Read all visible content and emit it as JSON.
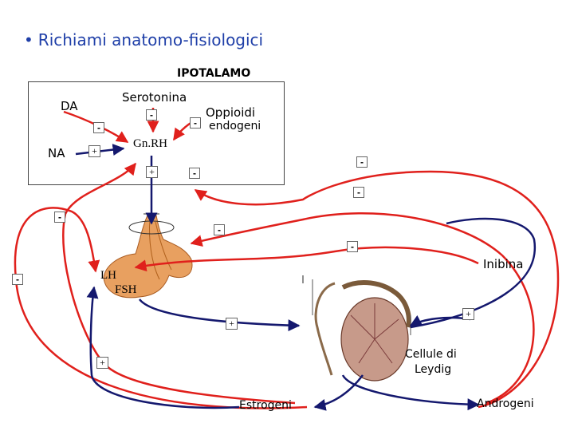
{
  "title": {
    "bullet": "•",
    "text": "Richiami anatomo-fisiologici"
  },
  "labels": {
    "ipotalamo": "IPOTALAMO",
    "serotonina": "Serotonina",
    "da": "DA",
    "oppioidi": "Oppioidi",
    "endogeni": "endogeni",
    "gnrh": "Gn.RH",
    "na": "NA",
    "lh": "LH",
    "fsh": "FSH",
    "inibina": "Inibina",
    "cellule_di": "Cellule di",
    "leydig": "Leydig",
    "estrogeni": "Estrogeni",
    "androgeni": "Androgeni"
  },
  "signs": {
    "minus": "-",
    "plus": "+"
  },
  "colors": {
    "title": "#1f3fa8",
    "red_arrow": "#e0201c",
    "blue_arrow": "#14186e",
    "pituitary": "#e8a060",
    "testis": "#c79a8a"
  }
}
